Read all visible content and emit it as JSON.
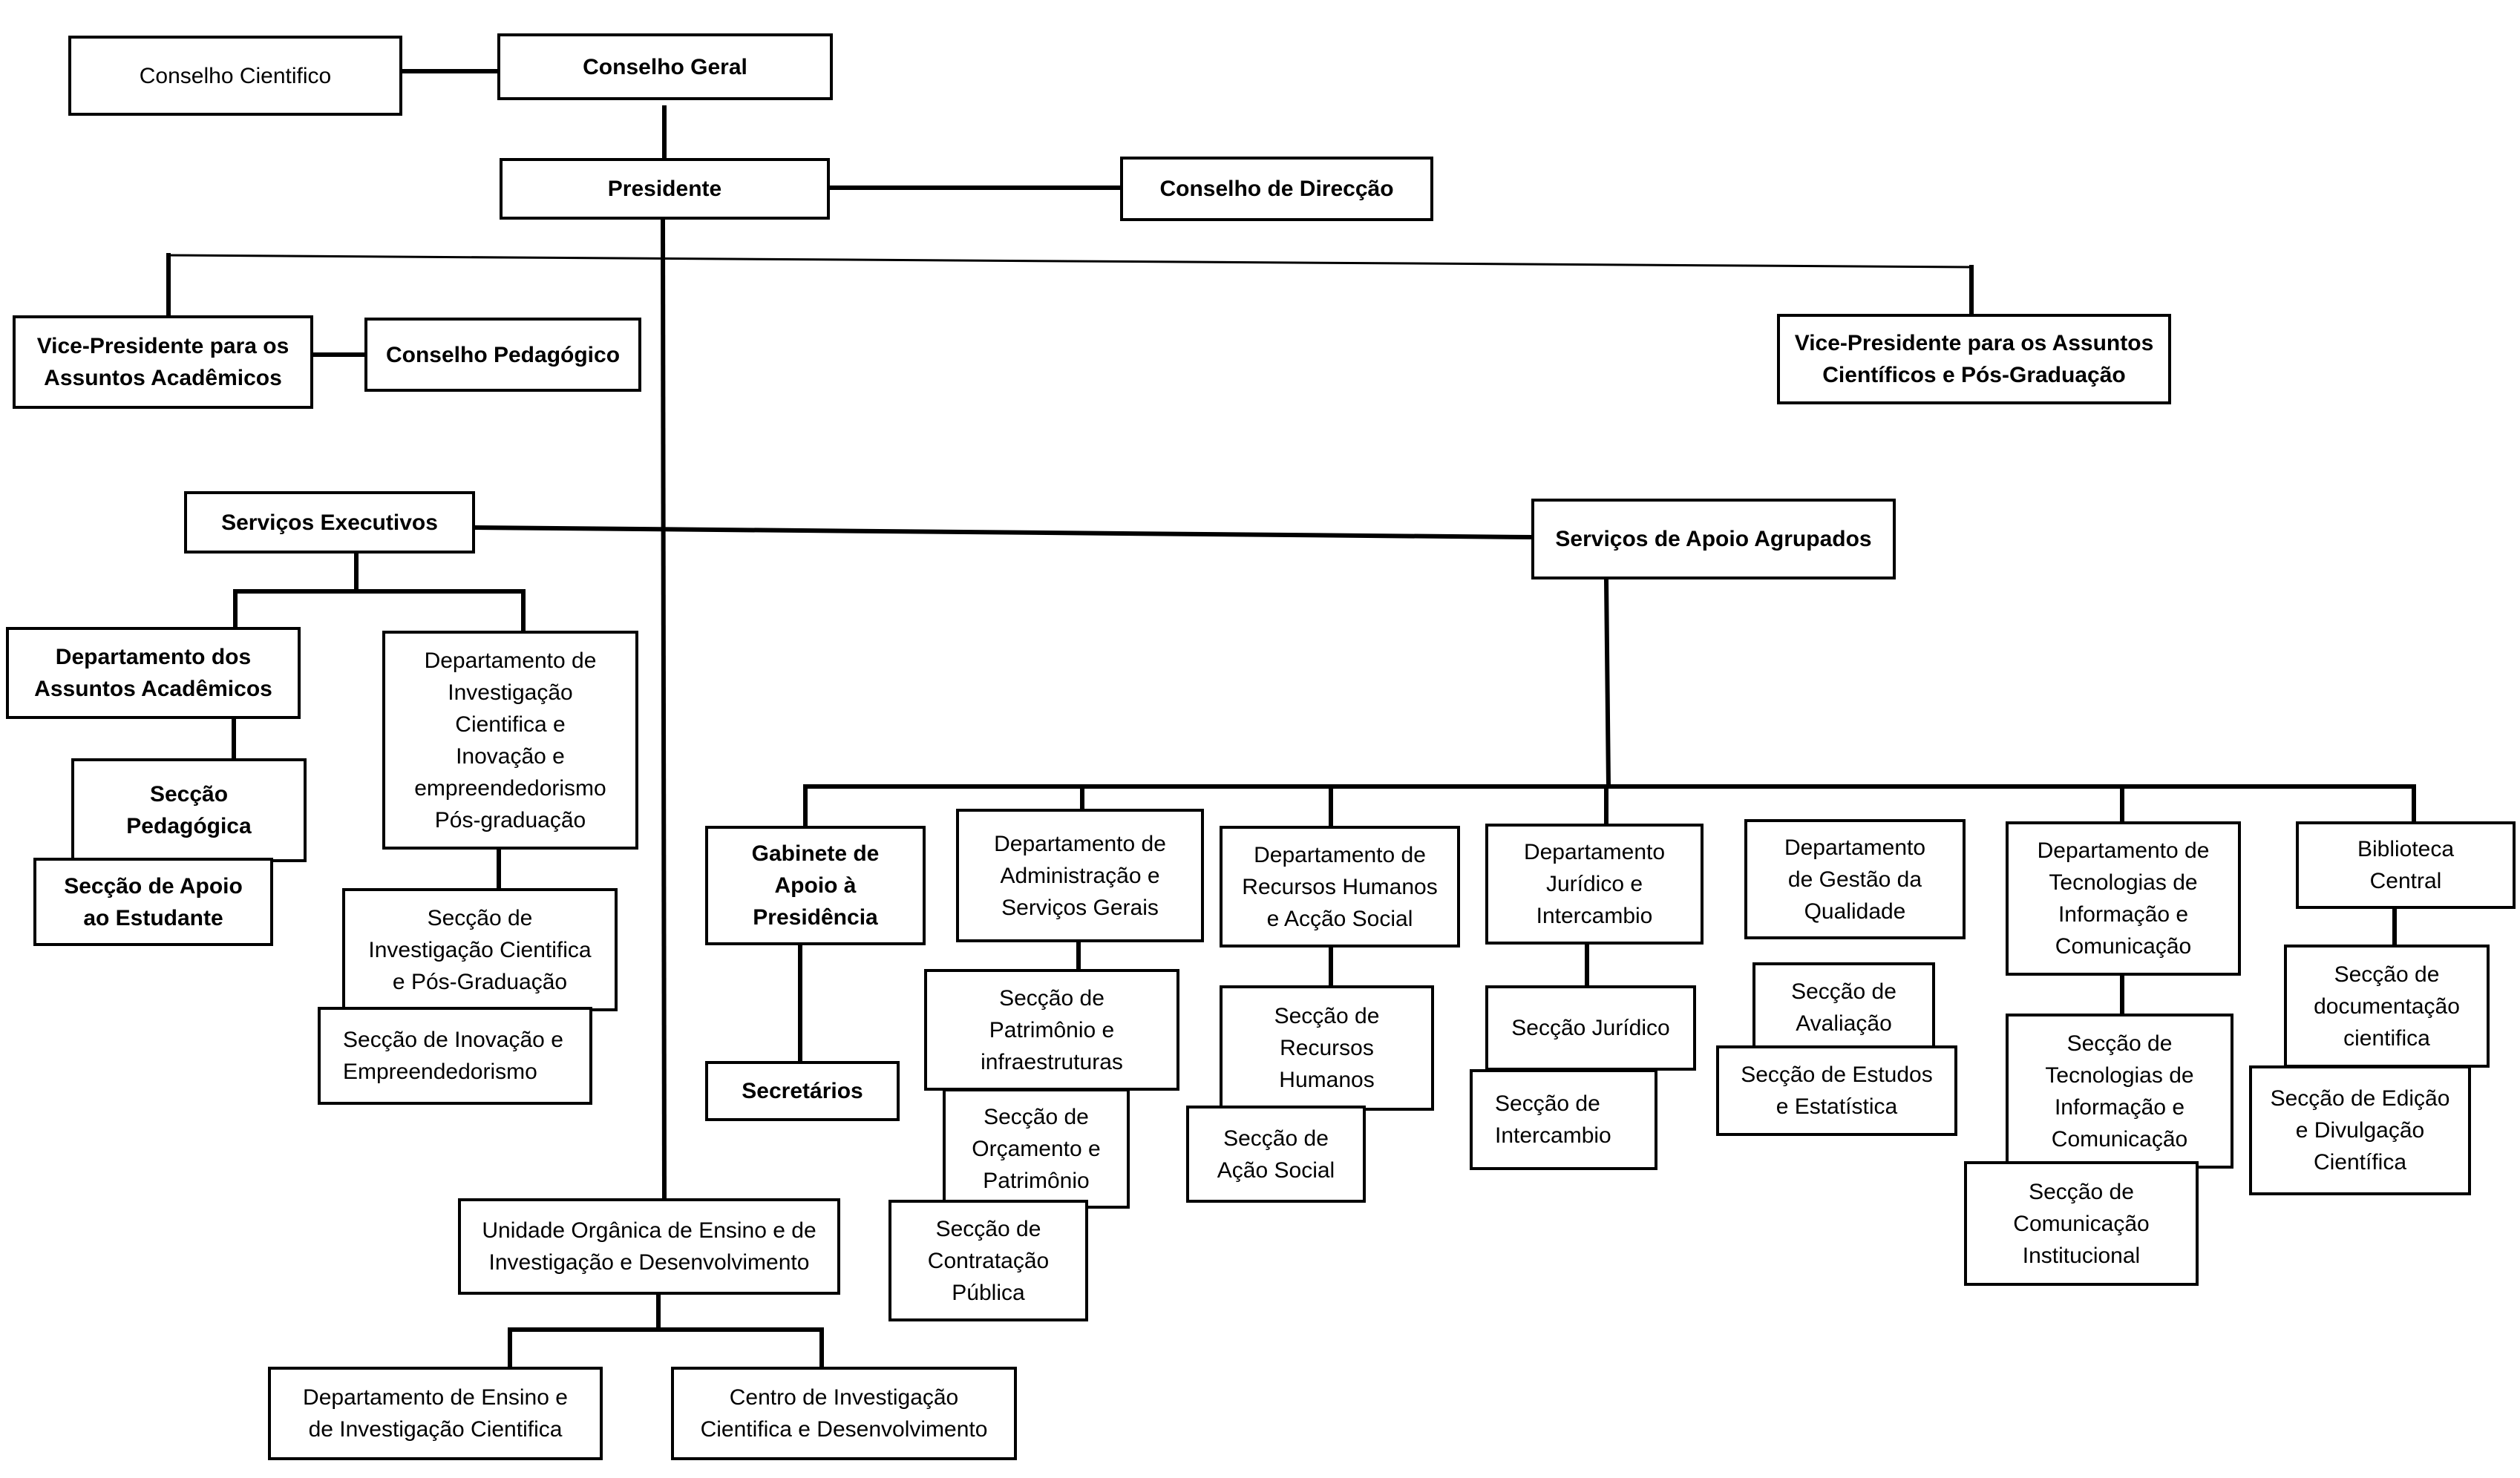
{
  "nodes": {
    "conselho_cientifico": "Conselho Cientifico",
    "conselho_geral": "Conselho Geral",
    "presidente": "Presidente",
    "conselho_direccao": "Conselho de Direcção",
    "vp_academicos": "Vice-Presidente para os\nAssuntos Acadêmicos",
    "conselho_pedagogico": "Conselho Pedagógico",
    "vp_cientificos": "Vice-Presidente para os Assuntos\nCientíficos e Pós-Graduação",
    "servicos_executivos": "Serviços Executivos",
    "servicos_apoio": "Serviços de Apoio Agrupados",
    "dep_assuntos_academicos": "Departamento dos\nAssuntos Acadêmicos",
    "seccao_pedagogica": "Secção\nPedagógica",
    "seccao_apoio_estudante": "Secção de Apoio\nao Estudante",
    "dep_investigacao": "Departamento de\nInvestigação\nCientifica e\nInovação e\nempreendedorismo\nPós-graduação",
    "seccao_investigacao": "Secção de\nInvestigação Cientifica\ne Pós-Graduação",
    "seccao_inovacao": "Secção de Inovação e\nEmpreendedorismo",
    "gabinete_apoio": "Gabinete de\nApoio à\nPresidência",
    "secretarios": "Secretários",
    "dep_administracao": "Departamento de\nAdministração e\nServiços Gerais",
    "seccao_patrimonio": "Secção de\nPatrimônio e\ninfraestruturas",
    "seccao_orcamento": "Secção de\nOrçamento e\nPatrimônio",
    "seccao_contratacao": "Secção de\nContratação\nPública",
    "dep_recursos_humanos": "Departamento de\nRecursos Humanos\ne Acção Social",
    "seccao_recursos_humanos": "Secção de\nRecursos\nHumanos",
    "seccao_acao_social": "Secção de\nAção Social",
    "dep_juridico": "Departamento\nJurídico e\nIntercambio",
    "seccao_juridico": "Secção Jurídico",
    "seccao_intercambio": "Secção de\nIntercambio",
    "dep_gestao_qualidade": "Departamento\nde Gestão da\nQualidade",
    "seccao_avaliacao": "Secção de\nAvaliação",
    "seccao_estudos": "Secção de Estudos\ne Estatística",
    "dep_tecnologias": "Departamento de\nTecnologias de\nInformação e\nComunicação",
    "seccao_tecnologias": "Secção de\nTecnologias de\nInformação e\nComunicação",
    "seccao_comunicacao": "Secção de\nComunicação\nInstitucional",
    "biblioteca": "Biblioteca\nCentral",
    "seccao_documentacao": "Secção de\ndocumentação\ncientifica",
    "seccao_edicao": "Secção de Edição\ne Divulgação\nCientífica",
    "unidade_organica": "Unidade Orgânica de Ensino e de\nInvestigação e Desenvolvimento",
    "dep_ensino": "Departamento de Ensino e\nde Investigação Cientifica",
    "centro_investigacao": "Centro de Investigação\nCientifica e Desenvolvimento"
  }
}
